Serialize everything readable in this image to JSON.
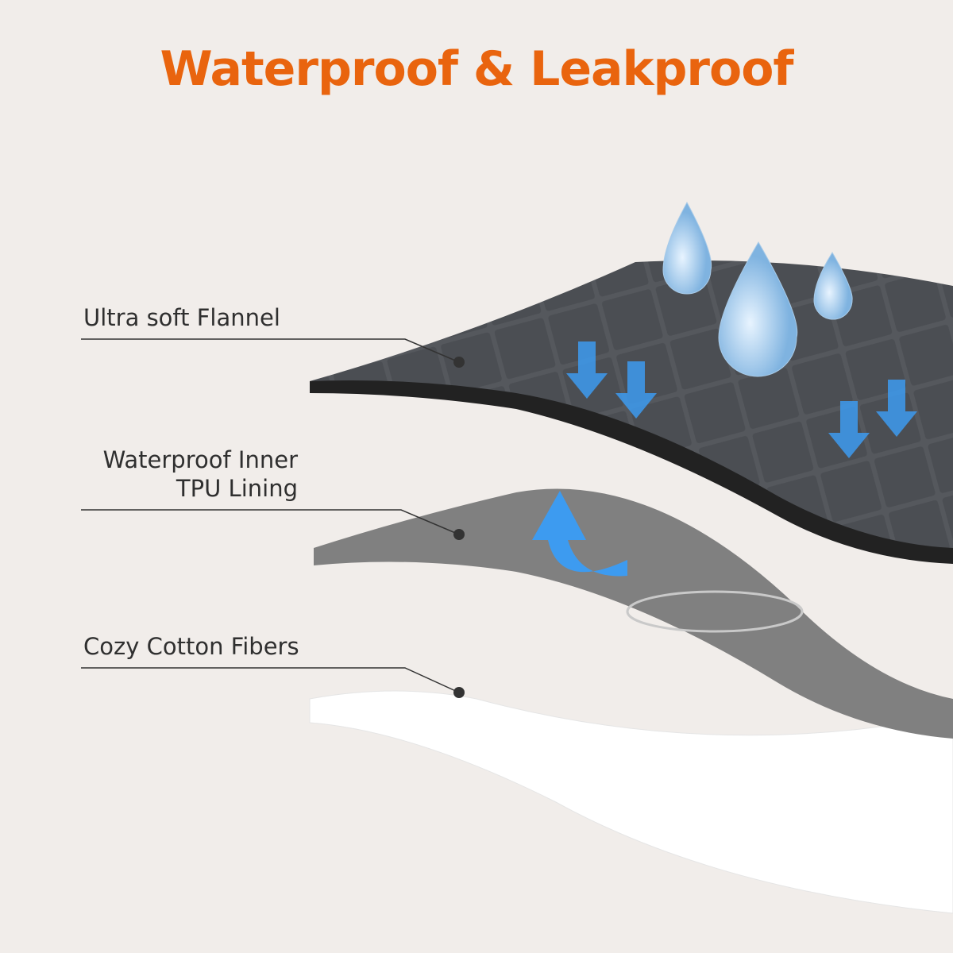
{
  "title": "Waterproof & Leakproof",
  "layers": [
    {
      "label": "Ultra soft Flannel"
    },
    {
      "label_line1": "Waterproof Inner",
      "label_line2": "TPU Lining"
    },
    {
      "label": "Cozy Cotton Fibers"
    }
  ],
  "colors": {
    "accent": "#e9640e",
    "flannel": "#4a4d52",
    "tpu": "#7c7c7c",
    "cotton": "#ffffff",
    "arrow": "#3d9bf0"
  }
}
